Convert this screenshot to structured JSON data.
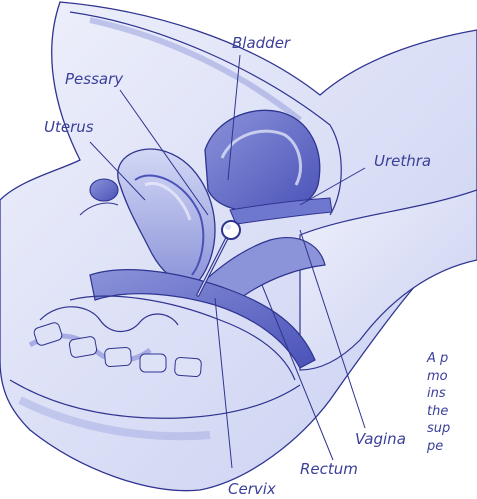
{
  "colors": {
    "ink": "#3a3f99",
    "line": "#2f3490",
    "light": "#dde2f6",
    "mid": "#b6bdeb",
    "dark": "#6f78cf",
    "deep": "#4a52b8"
  },
  "labels": {
    "bladder": "Bladder",
    "pessary": "Pessary",
    "uterus": "Uterus",
    "urethra": "Urethra",
    "vagina": "Vagina",
    "rectum": "Rectum",
    "cervix": "Cervix"
  },
  "caption_lines": [
    "A p",
    "mo",
    "ins",
    "the",
    "sup",
    "pe"
  ]
}
